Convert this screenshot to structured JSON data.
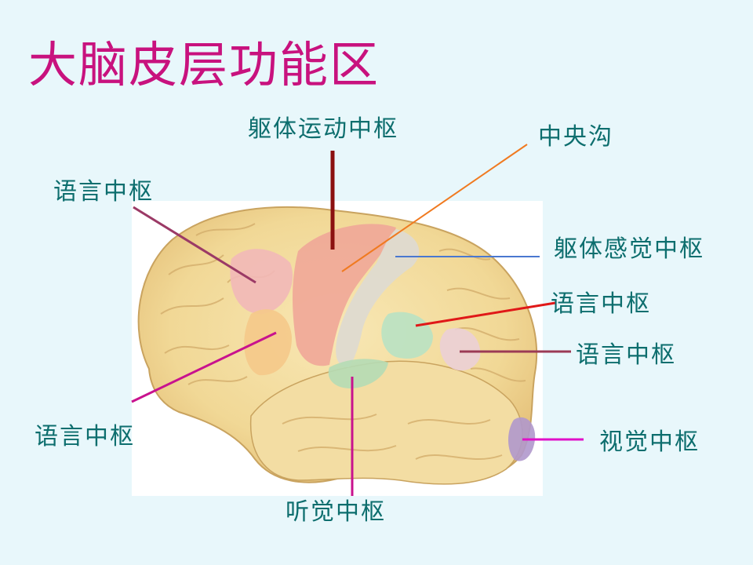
{
  "title": "大脑皮层功能区",
  "labels": {
    "motor": "躯体运动中枢",
    "central_sulcus": "中央沟",
    "speech_upper_left": "语言中枢",
    "somatosensory": "躯体感觉中枢",
    "speech_right_1": "语言中枢",
    "speech_right_2": "语言中枢",
    "speech_lower_left": "语言中枢",
    "visual": "视觉中枢",
    "auditory": "听觉中枢"
  },
  "colors": {
    "title": "#c8127e",
    "label": "#0d6e6e",
    "background": "#e8f7fb",
    "motor_line": "#8b1010",
    "central_sulcus_line": "#f07a20",
    "speech_upper_left_line": "#9b3a66",
    "somatosensory_line": "#4a78d0",
    "speech_right_1_line": "#e01818",
    "speech_right_2_line": "#9b3a55",
    "speech_lower_left_line": "#c8128e",
    "visual_line": "#e010c8",
    "auditory_line": "#c8128e"
  }
}
